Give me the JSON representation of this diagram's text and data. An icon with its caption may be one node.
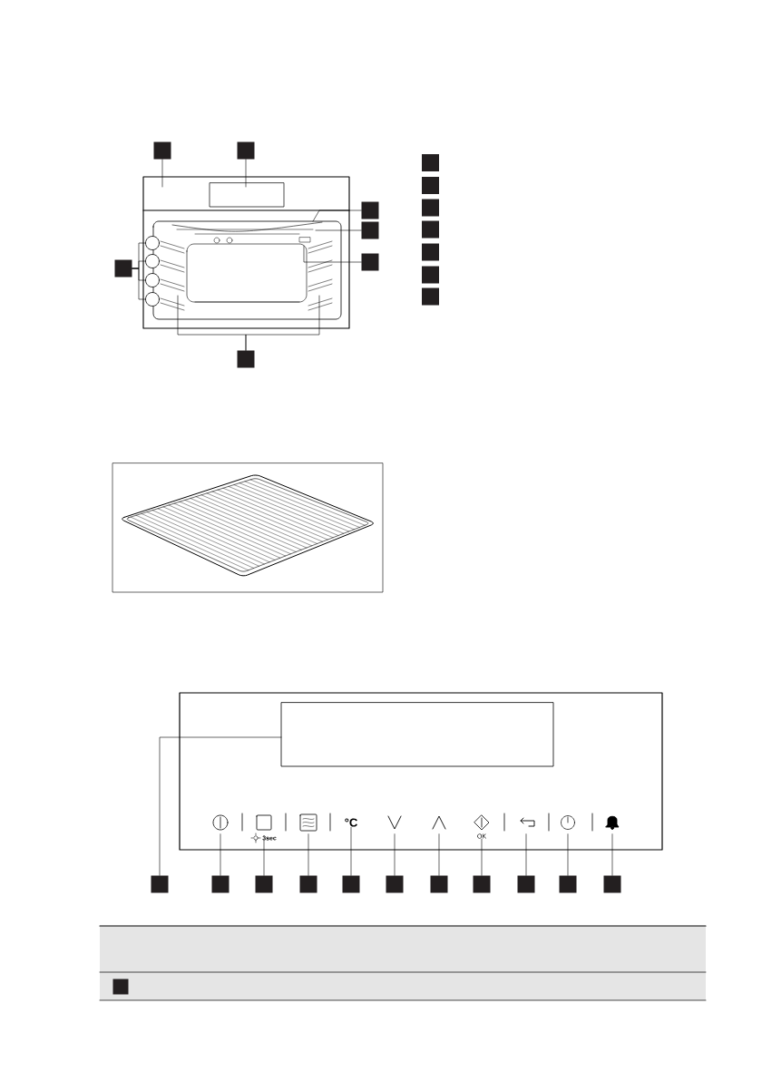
{
  "diagram": {
    "nodes": [
      {
        "text": [],
        "shape": "box"
      },
      {
        "text": [],
        "shape": "box"
      },
      {
        "text": [],
        "shape": "box"
      },
      {
        "text": [],
        "shape": "box"
      },
      {
        "text": [],
        "shape": "box"
      },
      {
        "text": [],
        "shape": "box"
      },
      {
        "text": [],
        "shape": "circle"
      },
      {
        "text": [],
        "shape": "circle"
      },
      {
        "text": [],
        "shape": "circle"
      },
      {
        "text": [],
        "shape": "circle"
      },
      {
        "text": [],
        "shape": "box"
      },
      {
        "text": [],
        "shape": "box"
      },
      {
        "text": [],
        "shape": "box"
      },
      {
        "text": [],
        "shape": "box"
      },
      {
        "text": [],
        "shape": "box"
      },
      {
        "text": [],
        "shape": "box"
      },
      {
        "text": [],
        "shape": "box"
      },
      {
        "text": [],
        "shape": "box"
      },
      {
        "text": [],
        "shape": "box"
      },
      {
        "text": [],
        "shape": "box"
      },
      {
        "text": [],
        "shape": "box"
      },
      {
        "text": [],
        "shape": "box"
      },
      {
        "text": [],
        "shape": "box"
      },
      {
        "text": [],
        "shape": "box"
      },
      {
        "text": [],
        "shape": "box"
      },
      {
        "text": [],
        "shape": "box"
      },
      {
        "text": [],
        "shape": "box"
      },
      {
        "text": [],
        "shape": "box"
      },
      {
        "text": [],
        "shape": "box"
      },
      {
        "text": [],
        "shape": "box"
      },
      {
        "text": [],
        "shape": "icon"
      },
      {
        "text": [
          "3sec"
        ]
      },
      {
        "text": [],
        "shape": "icon"
      },
      {
        "text": [
          "°C"
        ]
      },
      {
        "text": [],
        "shape": "icon"
      },
      {
        "text": [],
        "shape": "icon"
      },
      {
        "text": [
          "OK"
        ]
      },
      {
        "text": [],
        "shape": "icon"
      },
      {
        "text": [],
        "shape": "icon"
      },
      {
        "text": [],
        "shape": "icon"
      }
    ],
    "edges": [
      {
        "from": 0,
        "to": null,
        "arrow": "none"
      },
      {
        "from": 1,
        "to": null,
        "arrow": "none"
      },
      {
        "from": 2,
        "to": null,
        "arrow": "none"
      },
      {
        "from": 3,
        "to": null,
        "arrow": "none"
      },
      {
        "from": 4,
        "to": null,
        "arrow": "none"
      },
      {
        "from": 5,
        "to": 6,
        "arrow": "none"
      },
      {
        "from": 5,
        "to": 7,
        "arrow": "none"
      },
      {
        "from": 5,
        "to": 8,
        "arrow": "none"
      },
      {
        "from": 5,
        "to": 9,
        "arrow": "none"
      },
      {
        "from": 10,
        "to": null,
        "arrow": "none"
      },
      {
        "from": 10,
        "to": null,
        "arrow": "none"
      },
      {
        "from": 18,
        "to": null,
        "arrow": "none"
      },
      {
        "from": 19,
        "to": 30,
        "arrow": "none"
      },
      {
        "from": 20,
        "to": 31,
        "arrow": "none"
      },
      {
        "from": 21,
        "to": 32,
        "arrow": "none"
      },
      {
        "from": 22,
        "to": 33,
        "arrow": "none"
      },
      {
        "from": 23,
        "to": 34,
        "arrow": "none"
      },
      {
        "from": 24,
        "to": 35,
        "arrow": "none"
      },
      {
        "from": 25,
        "to": 36,
        "arrow": "none"
      },
      {
        "from": 26,
        "to": 37,
        "arrow": "none"
      },
      {
        "from": 27,
        "to": 38,
        "arrow": "none"
      },
      {
        "from": 28,
        "to": 39,
        "arrow": "none"
      }
    ]
  }
}
